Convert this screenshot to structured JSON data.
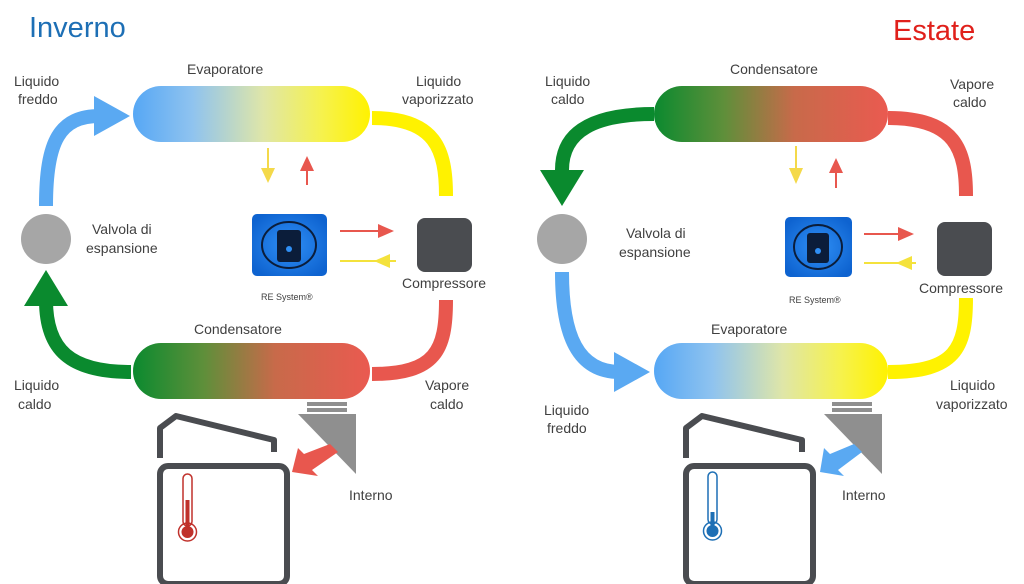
{
  "colors": {
    "cold": "#5aa9f2",
    "hot": "#e8574e",
    "green": "#0a8a2e",
    "yellow": "#fff200",
    "gray_valve": "#a6a6a6",
    "compressor": "#4a4c50",
    "device_blue": "#1477e6",
    "winter_title": "#1d6fb5",
    "summer_title": "#e0201b",
    "box_outline": "#4a4c50"
  },
  "winter": {
    "title": "Inverno",
    "label_top_left_1": "Liquido",
    "label_top_left_2": "freddo",
    "evaporator": "Evaporatore",
    "label_top_right_1": "Liquido",
    "label_top_right_2": "vaporizzato",
    "valve_1": "Valvola di",
    "valve_2": "espansione",
    "device": "RE System®",
    "compressor": "Compressore",
    "condenser": "Condensatore",
    "label_bottom_left_1": "Liquido",
    "label_bottom_left_2": "caldo",
    "label_bottom_right_1": "Vapore",
    "label_bottom_right_2": "caldo",
    "interior": "Interno",
    "thermometer_icon": "thermometer-hot-icon"
  },
  "summer": {
    "title": "Estate",
    "label_top_left_1": "Liquido",
    "label_top_left_2": "caldo",
    "condenser": "Condensatore",
    "label_top_right_1": "Vapore",
    "label_top_right_2": "caldo",
    "valve_1": "Valvola di",
    "valve_2": "espansione",
    "device": "RE System®",
    "compressor": "Compressore",
    "evaporator": "Evaporatore",
    "label_bottom_left_1": "Liquido",
    "label_bottom_left_2": "freddo",
    "label_bottom_right_1": "Liquido",
    "label_bottom_right_2": "vaporizzato",
    "interior": "Interno",
    "thermometer_icon": "thermometer-cold-icon"
  }
}
